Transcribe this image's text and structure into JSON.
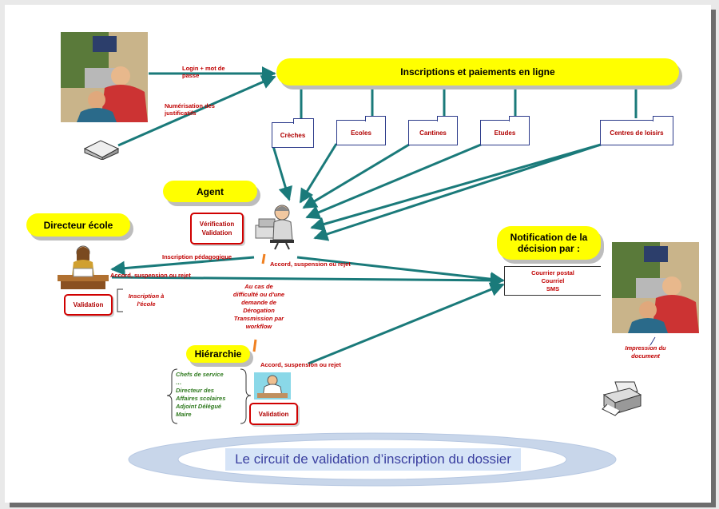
{
  "main": {
    "header_pill": "Inscriptions et paiements en ligne",
    "agent_pill": "Agent",
    "directeur_pill": "Directeur école",
    "hierarchie_pill": "Hiérarchie",
    "notification_pill": "Notification de la décision par :"
  },
  "services": [
    "Crèches",
    "Ecoles",
    "Cantines",
    "Etudes",
    "Centres de loisirs"
  ],
  "labels": {
    "login": "Login + mot de passe",
    "numerisation": "Numérisation des justificatifs",
    "inscription_pedagogique": "Inscription pédagogique",
    "accord_agent": "Accord, suspension ou rejet",
    "accord_directeur": "Accord, suspension ou rejet",
    "accord_hierarchie": "Accord, suspension ou rejet",
    "inscription_ecole": "Inscription à l'école",
    "difficulte": "Au cas de difficulté ou d'une demande de Dérogation Transmission par workflow",
    "impression": "Impression du document"
  },
  "agent_box": {
    "line1": "Vérification",
    "line2": "Validation"
  },
  "directeur_box": "Validation",
  "hierarchie_box": "Validation",
  "notification_channels": [
    "Courrier postal",
    "Courriel",
    "SMS"
  ],
  "hierarchie_list": [
    "Chefs de service",
    "…",
    "Directeur des",
    "Affaires scolaires",
    "Adjoint Délégué",
    "Maire"
  ],
  "banner": "Le circuit de validation d’inscription du dossier",
  "colors": {
    "pill": "#ffff00",
    "arrow": "#1a7a7a",
    "red_text": "#c00000",
    "green_text": "#2f7a1f",
    "banner_bg": "#d6e4f7"
  },
  "icons": [
    "office-workers-icon",
    "scanner-icon",
    "agent-person-icon",
    "teacher-desk-icon",
    "doctor-icon",
    "printer-icon"
  ]
}
